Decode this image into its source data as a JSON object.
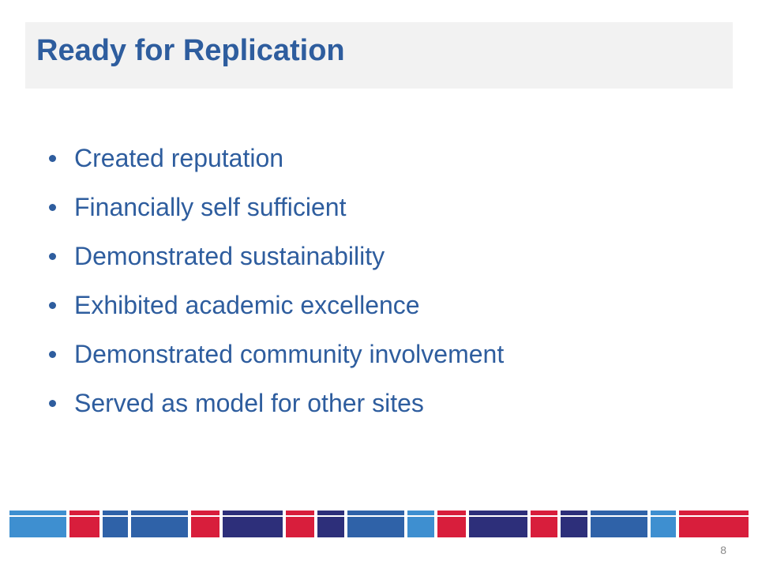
{
  "slide": {
    "title": "Ready for Replication",
    "page_number": "8"
  },
  "bullets": [
    "Created reputation",
    "Financially self sufficient",
    "Demonstrated sustainability",
    "Exhibited academic excellence",
    "Demonstrated community involvement",
    "Served as model for other sites"
  ],
  "colors": {
    "title_text": "#2e5d9e",
    "title_bar_background": "#f2f2f2",
    "stripe_red": "#d81e3c",
    "stripe_blue": "#2f62a8",
    "stripe_light_blue": "#3e8fd0",
    "stripe_navy": "#2d2f7a"
  }
}
